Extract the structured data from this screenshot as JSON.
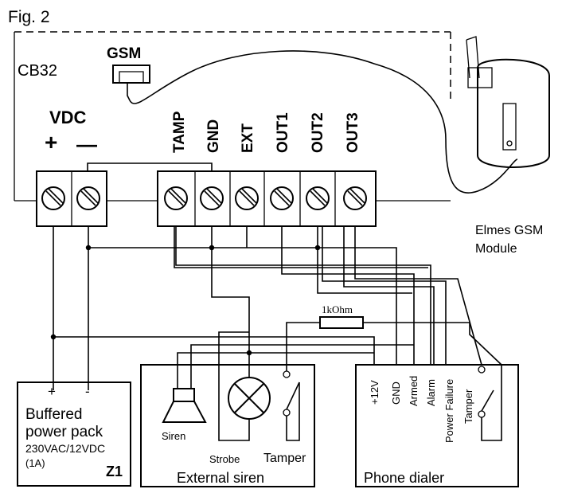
{
  "figure_label": "Fig. 2",
  "board": {
    "name": "CB32",
    "gsm_label": "GSM",
    "vdc_label": "VDC",
    "plus": "+",
    "minus": "—",
    "terminals": [
      "TAMP",
      "GND",
      "EXT",
      "OUT1",
      "OUT2",
      "OUT3"
    ]
  },
  "gsm_module": {
    "line1": "Elmes GSM",
    "line2": "Module"
  },
  "resistor_label": "1kOhm",
  "power_pack": {
    "plus": "+",
    "minus": "-",
    "line1": "Buffered",
    "line2": "power pack",
    "rating": "230VAC/12VDC",
    "current": "(1A)",
    "id": "Z1"
  },
  "external_siren": {
    "title": "External siren",
    "siren": "Siren",
    "strobe": "Strobe",
    "tamper": "Tamper"
  },
  "phone_dialer": {
    "title": "Phone dialer",
    "pins": [
      "+12V",
      "GND",
      "Armed",
      "Alarm",
      "Power Failure",
      "Tamper"
    ]
  }
}
